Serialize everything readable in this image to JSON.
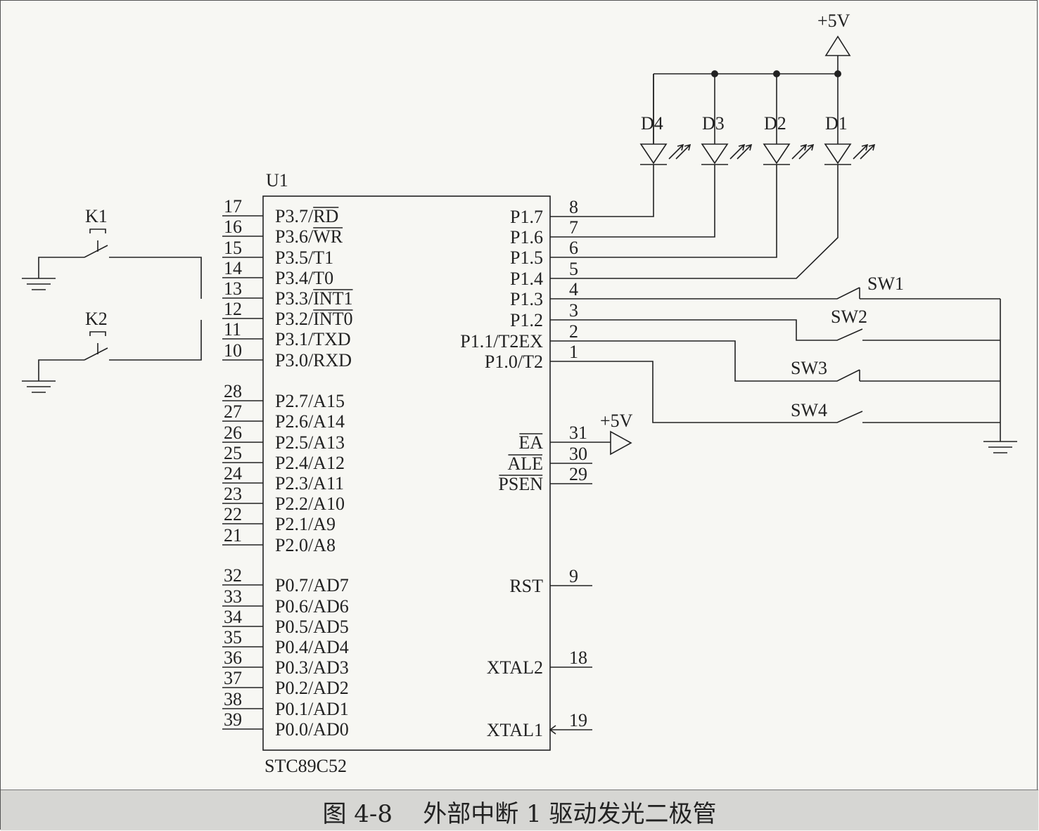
{
  "chip": {
    "ref": "U1",
    "part": "STC89C52",
    "left_pins": [
      {
        "num": "17",
        "name": "P3.7/RD",
        "over": "RD"
      },
      {
        "num": "16",
        "name": "P3.6/WR",
        "over": "WR"
      },
      {
        "num": "15",
        "name": "P3.5/T1",
        "over": ""
      },
      {
        "num": "14",
        "name": "P3.4/T0",
        "over": ""
      },
      {
        "num": "13",
        "name": "P3.3/INT1",
        "over": "INT1"
      },
      {
        "num": "12",
        "name": "P3.2/INT0",
        "over": "INT0"
      },
      {
        "num": "11",
        "name": "P3.1/TXD",
        "over": ""
      },
      {
        "num": "10",
        "name": "P3.0/RXD",
        "over": ""
      },
      {
        "num": "28",
        "name": "P2.7/A15",
        "over": ""
      },
      {
        "num": "27",
        "name": "P2.6/A14",
        "over": ""
      },
      {
        "num": "26",
        "name": "P2.5/A13",
        "over": ""
      },
      {
        "num": "25",
        "name": "P2.4/A12",
        "over": ""
      },
      {
        "num": "24",
        "name": "P2.3/A11",
        "over": ""
      },
      {
        "num": "23",
        "name": "P2.2/A10",
        "over": ""
      },
      {
        "num": "22",
        "name": "P2.1/A9",
        "over": ""
      },
      {
        "num": "21",
        "name": "P2.0/A8",
        "over": ""
      },
      {
        "num": "32",
        "name": "P0.7/AD7",
        "over": ""
      },
      {
        "num": "33",
        "name": "P0.6/AD6",
        "over": ""
      },
      {
        "num": "34",
        "name": "P0.5/AD5",
        "over": ""
      },
      {
        "num": "35",
        "name": "P0.4/AD4",
        "over": ""
      },
      {
        "num": "36",
        "name": "P0.3/AD3",
        "over": ""
      },
      {
        "num": "37",
        "name": "P0.2/AD2",
        "over": ""
      },
      {
        "num": "38",
        "name": "P0.1/AD1",
        "over": ""
      },
      {
        "num": "39",
        "name": "P0.0/AD0",
        "over": ""
      }
    ],
    "right_pins": [
      {
        "num": "8",
        "name": "P1.7",
        "over": ""
      },
      {
        "num": "7",
        "name": "P1.6",
        "over": ""
      },
      {
        "num": "6",
        "name": "P1.5",
        "over": ""
      },
      {
        "num": "5",
        "name": "P1.4",
        "over": ""
      },
      {
        "num": "4",
        "name": "P1.3",
        "over": ""
      },
      {
        "num": "3",
        "name": "P1.2",
        "over": ""
      },
      {
        "num": "2",
        "name": "P1.1/T2EX",
        "over": ""
      },
      {
        "num": "1",
        "name": "P1.0/T2",
        "over": ""
      },
      {
        "num": "31",
        "name": "EA",
        "over": "EA"
      },
      {
        "num": "30",
        "name": "ALE",
        "over": "ALE"
      },
      {
        "num": "29",
        "name": "PSEN",
        "over": "PSEN"
      },
      {
        "num": "9",
        "name": "RST",
        "over": ""
      },
      {
        "num": "18",
        "name": "XTAL2",
        "over": ""
      },
      {
        "num": "19",
        "name": "XTAL1",
        "over": ""
      }
    ]
  },
  "leds": [
    "D4",
    "D3",
    "D2",
    "D1"
  ],
  "keys": [
    "K1",
    "K2"
  ],
  "switches": [
    "SW1",
    "SW2",
    "SW3",
    "SW4"
  ],
  "power": {
    "top": "+5V",
    "ea": "+5V"
  },
  "caption": "图 4-8    外部中断 1 驱动发光二极管"
}
